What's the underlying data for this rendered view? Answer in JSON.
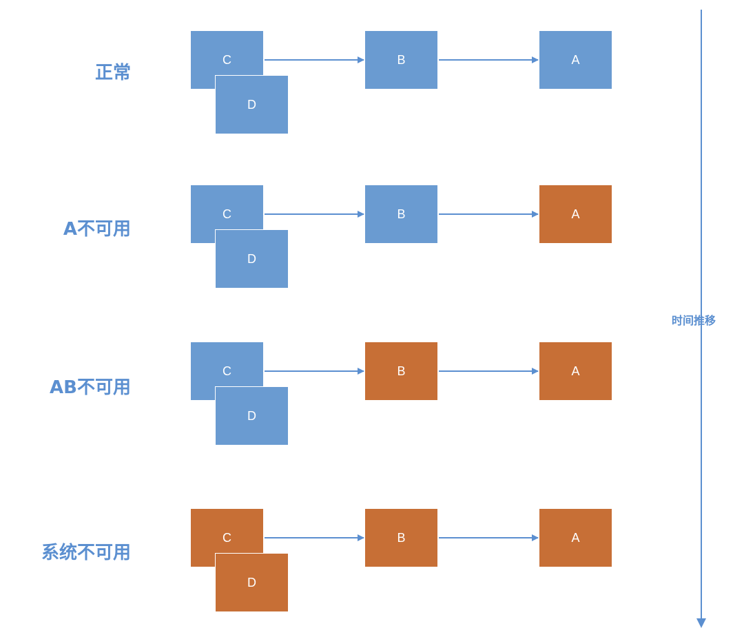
{
  "time_axis_label": "时间推移",
  "colors": {
    "available": "#6a9bd1",
    "unavailable": "#c76f36",
    "label_text": "#5b8fd0",
    "arrow": "#5b8fd0"
  },
  "rows": [
    {
      "label": "正常",
      "nodes": {
        "C": {
          "text": "C",
          "status": "available"
        },
        "D": {
          "text": "D",
          "status": "available"
        },
        "B": {
          "text": "B",
          "status": "available"
        },
        "A": {
          "text": "A",
          "status": "available"
        }
      }
    },
    {
      "label": "A不可用",
      "nodes": {
        "C": {
          "text": "C",
          "status": "available"
        },
        "D": {
          "text": "D",
          "status": "available"
        },
        "B": {
          "text": "B",
          "status": "available"
        },
        "A": {
          "text": "A",
          "status": "unavailable"
        }
      }
    },
    {
      "label": "AB不可用",
      "nodes": {
        "C": {
          "text": "C",
          "status": "available"
        },
        "D": {
          "text": "D",
          "status": "available"
        },
        "B": {
          "text": "B",
          "status": "unavailable"
        },
        "A": {
          "text": "A",
          "status": "unavailable"
        }
      }
    },
    {
      "label": "系统不可用",
      "nodes": {
        "C": {
          "text": "C",
          "status": "unavailable"
        },
        "D": {
          "text": "D",
          "status": "unavailable"
        },
        "B": {
          "text": "B",
          "status": "unavailable"
        },
        "A": {
          "text": "A",
          "status": "unavailable"
        }
      }
    }
  ]
}
